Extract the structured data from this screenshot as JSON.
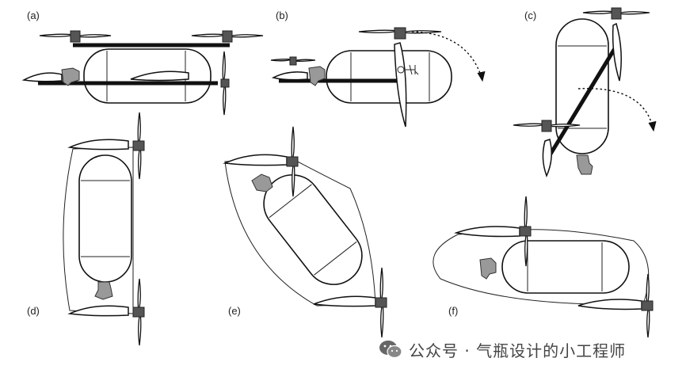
{
  "panels": [
    {
      "id": "a",
      "label": "(a)"
    },
    {
      "id": "b",
      "label": "(b)"
    },
    {
      "id": "c",
      "label": "(c)"
    },
    {
      "id": "d",
      "label": "(d)"
    },
    {
      "id": "e",
      "label": "(e)"
    },
    {
      "id": "f",
      "label": "(f)"
    }
  ],
  "watermark": {
    "icon": "wechat-icon",
    "text": "公众号 · 气瓶设计的小工程师"
  },
  "colors": {
    "ink": "#111111",
    "motor": "#555555",
    "engine": "#999999",
    "watermark": "#444444"
  }
}
